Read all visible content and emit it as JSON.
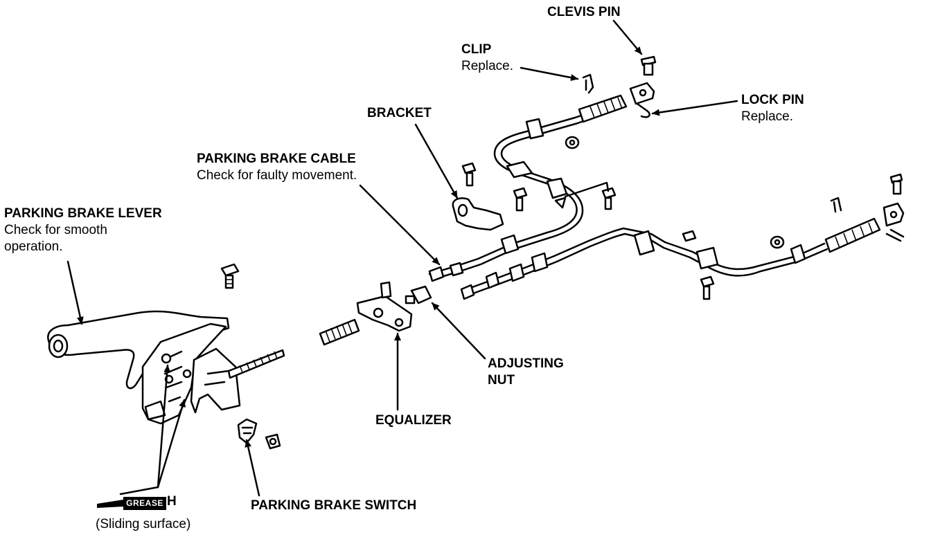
{
  "labels": {
    "clevis_pin": {
      "title": "CLEVIS PIN"
    },
    "clip": {
      "title": "CLIP",
      "note": "Replace."
    },
    "lock_pin": {
      "title": "LOCK PIN",
      "note": "Replace."
    },
    "bracket": {
      "title": "BRACKET"
    },
    "parking_brake_cable": {
      "title": "PARKING BRAKE CABLE",
      "note": "Check for faulty movement."
    },
    "parking_brake_lever": {
      "title": "PARKING BRAKE LEVER",
      "note_line1": "Check for smooth",
      "note_line2": "operation."
    },
    "adjusting_nut": {
      "title_line1": "ADJUSTING",
      "title_line2": "NUT"
    },
    "equalizer": {
      "title": "EQUALIZER"
    },
    "parking_brake_switch": {
      "title": "PARKING BRAKE SWITCH"
    },
    "grease": {
      "tag": "GREASE",
      "suffix": "H",
      "note": "(Sliding surface)"
    }
  },
  "icons": [
    "bolt-icon",
    "nut-icon",
    "spring-icon",
    "clip-icon",
    "clevis-pin-icon",
    "lock-pin-icon"
  ]
}
